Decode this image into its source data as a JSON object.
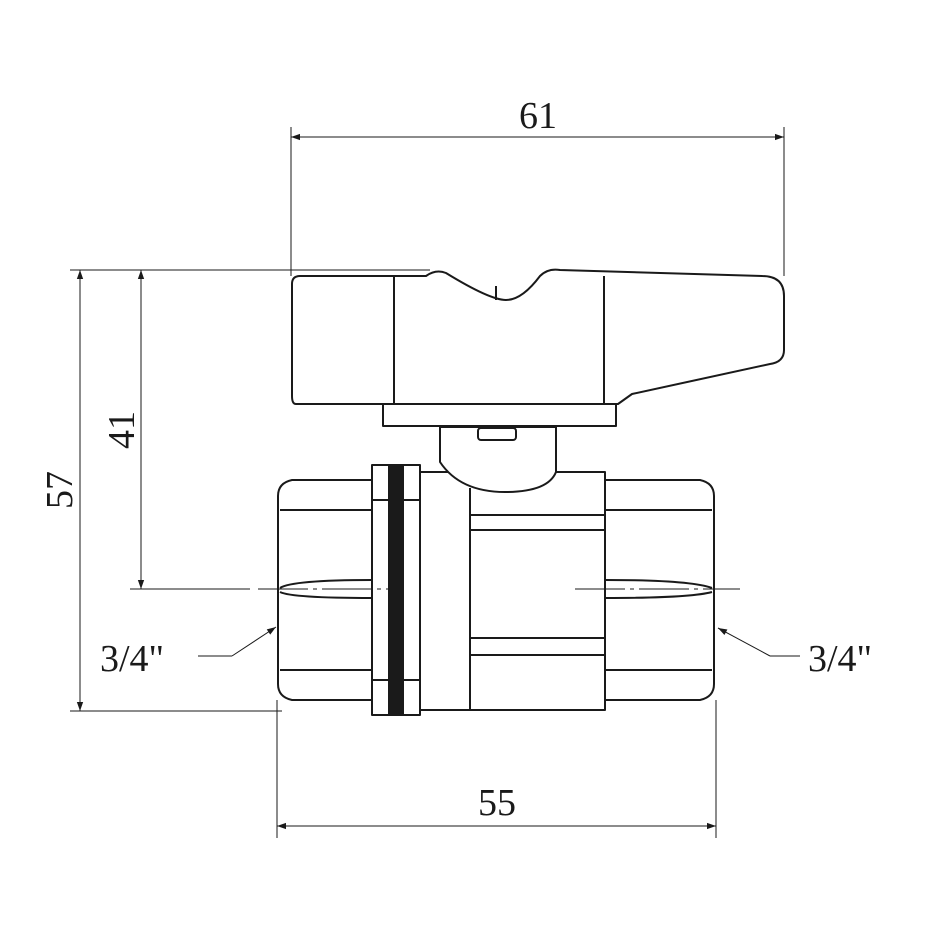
{
  "dimensions": {
    "handle_width": "61",
    "overall_height": "57",
    "stem_height": "41",
    "body_length": "55"
  },
  "threads": {
    "left": "3/4\"",
    "right": "3/4\""
  },
  "colors": {
    "line": "#1a1a1a",
    "background": "#ffffff"
  }
}
